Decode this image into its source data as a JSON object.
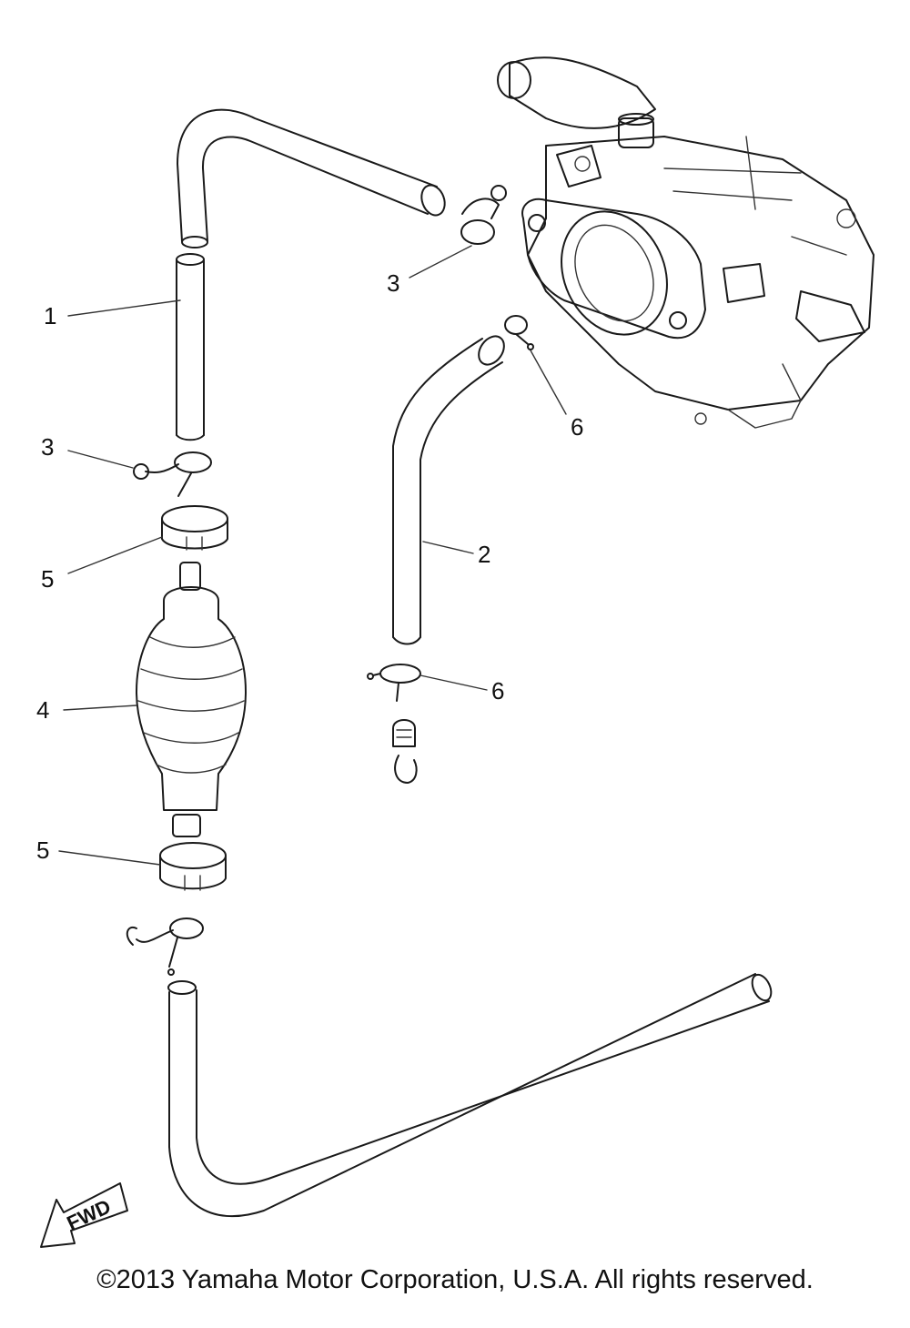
{
  "callouts": {
    "c1": "1",
    "c2": "2",
    "c3a": "3",
    "c3b": "3",
    "c4": "4",
    "c5a": "5",
    "c5b": "5",
    "c6a": "6",
    "c6b": "6"
  },
  "fwd_label": "FWD",
  "copyright": "©2013 Yamaha Motor Corporation, U.S.A. All rights reserved."
}
